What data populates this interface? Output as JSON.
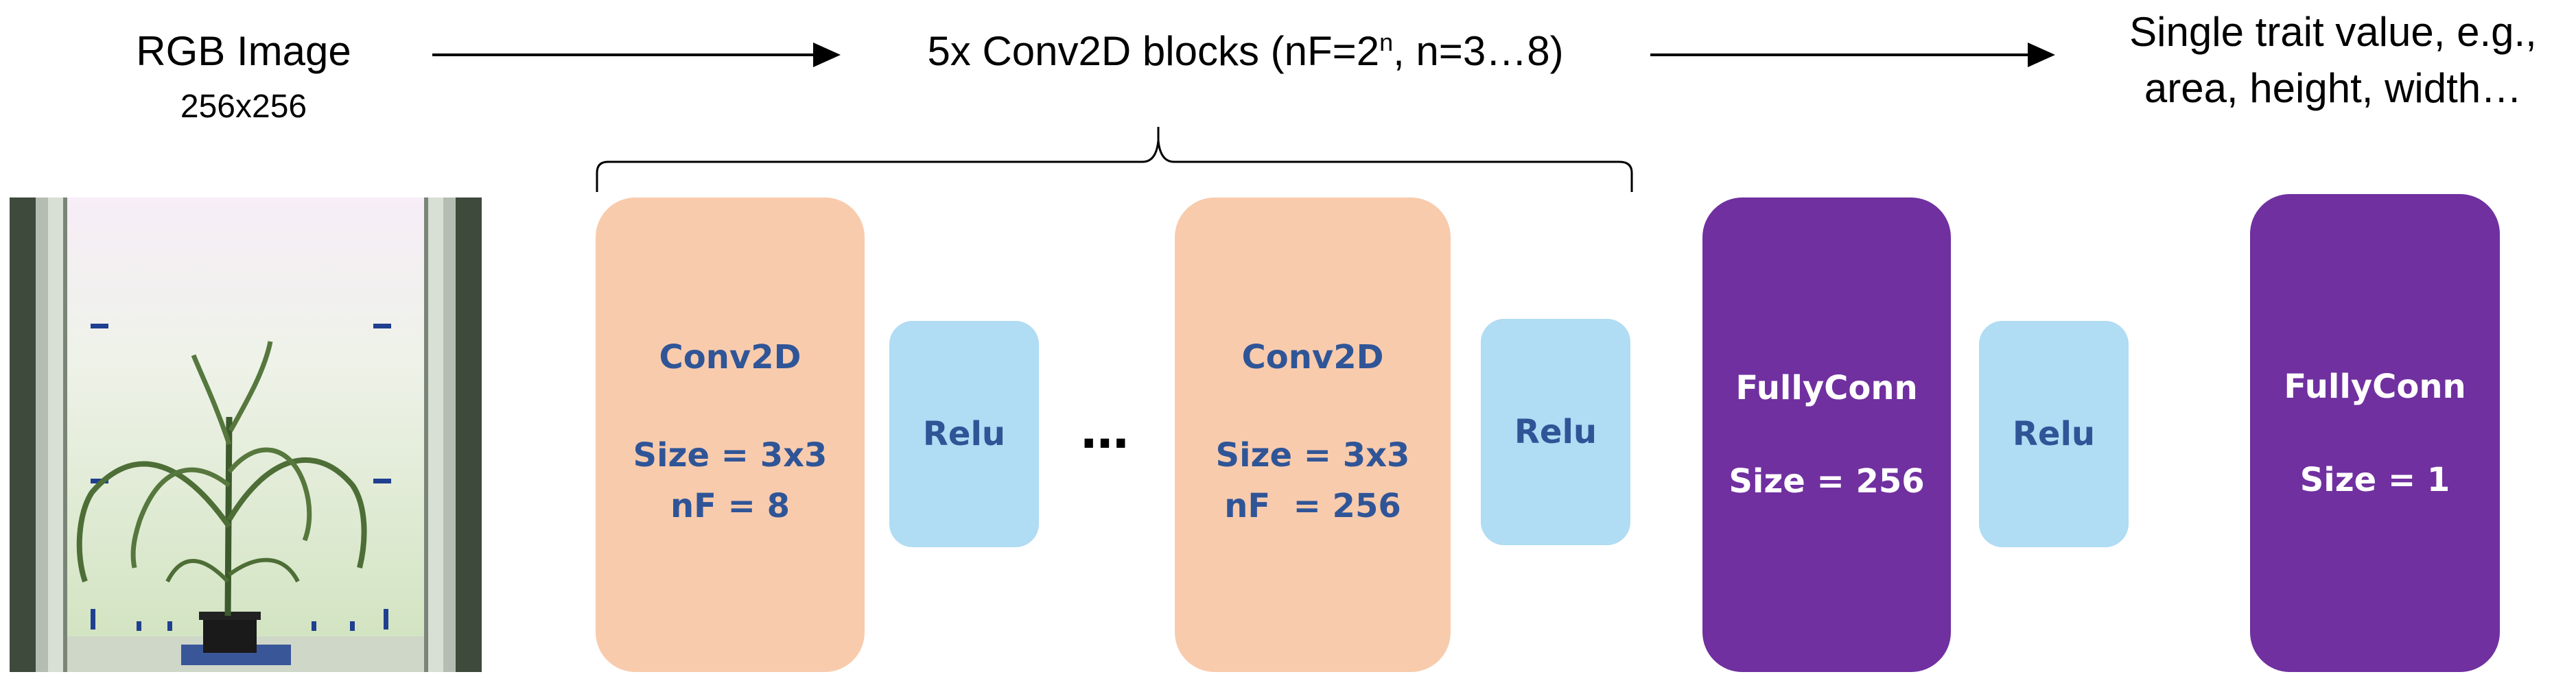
{
  "input": {
    "title": "RGB Image",
    "size": "256x256"
  },
  "conv_group_label": {
    "prefix": "5x Conv2D blocks (nF=2",
    "sup": "n",
    "suffix": ", n=3…8)"
  },
  "output": {
    "line1": "Single trait value, e.g.,",
    "line2": "area, height, width…"
  },
  "blocks": {
    "conv1": {
      "name": "Conv2D",
      "size": "Size = 3x3",
      "nf": "nF = 8"
    },
    "relu1": {
      "label": "Relu"
    },
    "ellipsis": "…",
    "conv2": {
      "name": "Conv2D",
      "size": "Size = 3x3",
      "nf": "nF  = 256"
    },
    "relu2": {
      "label": "Relu"
    },
    "fc1": {
      "name": "FullyConn",
      "size": "Size = 256"
    },
    "relu3": {
      "label": "Relu"
    },
    "fc2": {
      "name": "FullyConn",
      "size": "Size = 1"
    }
  },
  "colors": {
    "conv": "#f8cbad",
    "relu": "#b0dcf4",
    "fc": "#7030a0",
    "block_text": "#2f5597"
  }
}
